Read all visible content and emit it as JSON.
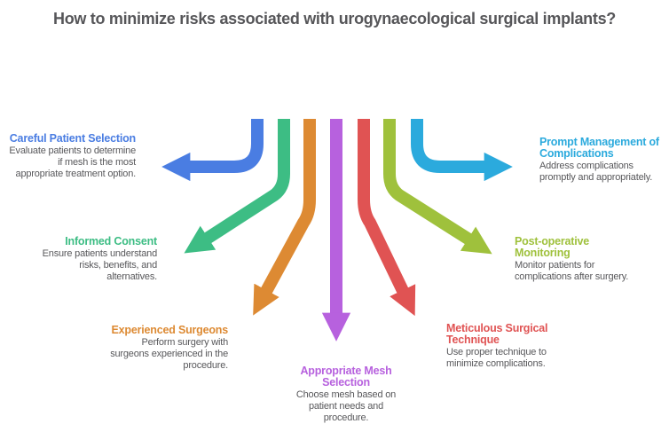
{
  "title": "How to minimize risks associated with urogynaecological surgical implants?",
  "items": [
    {
      "id": "careful-patient-selection",
      "heading": "Careful Patient Selection",
      "body": "Evaluate patients to determine\nif mesh is the most\nappropriate treatment option.",
      "color": "#4a7de2"
    },
    {
      "id": "informed-consent",
      "heading": "Informed Consent",
      "body": "Ensure patients understand\nrisks, benefits, and\nalternatives.",
      "color": "#3dbd84"
    },
    {
      "id": "experienced-surgeons",
      "heading": "Experienced Surgeons",
      "body": "Perform surgery with\nsurgeons experienced in the\nprocedure.",
      "color": "#dd8a33"
    },
    {
      "id": "appropriate-mesh-selection",
      "heading": "Appropriate Mesh\nSelection",
      "body": "Choose mesh based on\npatient needs and\nprocedure.",
      "color": "#b761de"
    },
    {
      "id": "meticulous-surgical-technique",
      "heading": "Meticulous Surgical\nTechnique",
      "body": "Use proper technique to\nminimize complications.",
      "color": "#e05353"
    },
    {
      "id": "post-operative-monitoring",
      "heading": "Post-operative\nMonitoring",
      "body": "Monitor patients for\ncomplications after surgery.",
      "color": "#9fc13c"
    },
    {
      "id": "prompt-management-of-complications",
      "heading": "Prompt Management of\nComplications",
      "body": "Address complications\npromptly and appropriately.",
      "color": "#2baadd"
    }
  ]
}
